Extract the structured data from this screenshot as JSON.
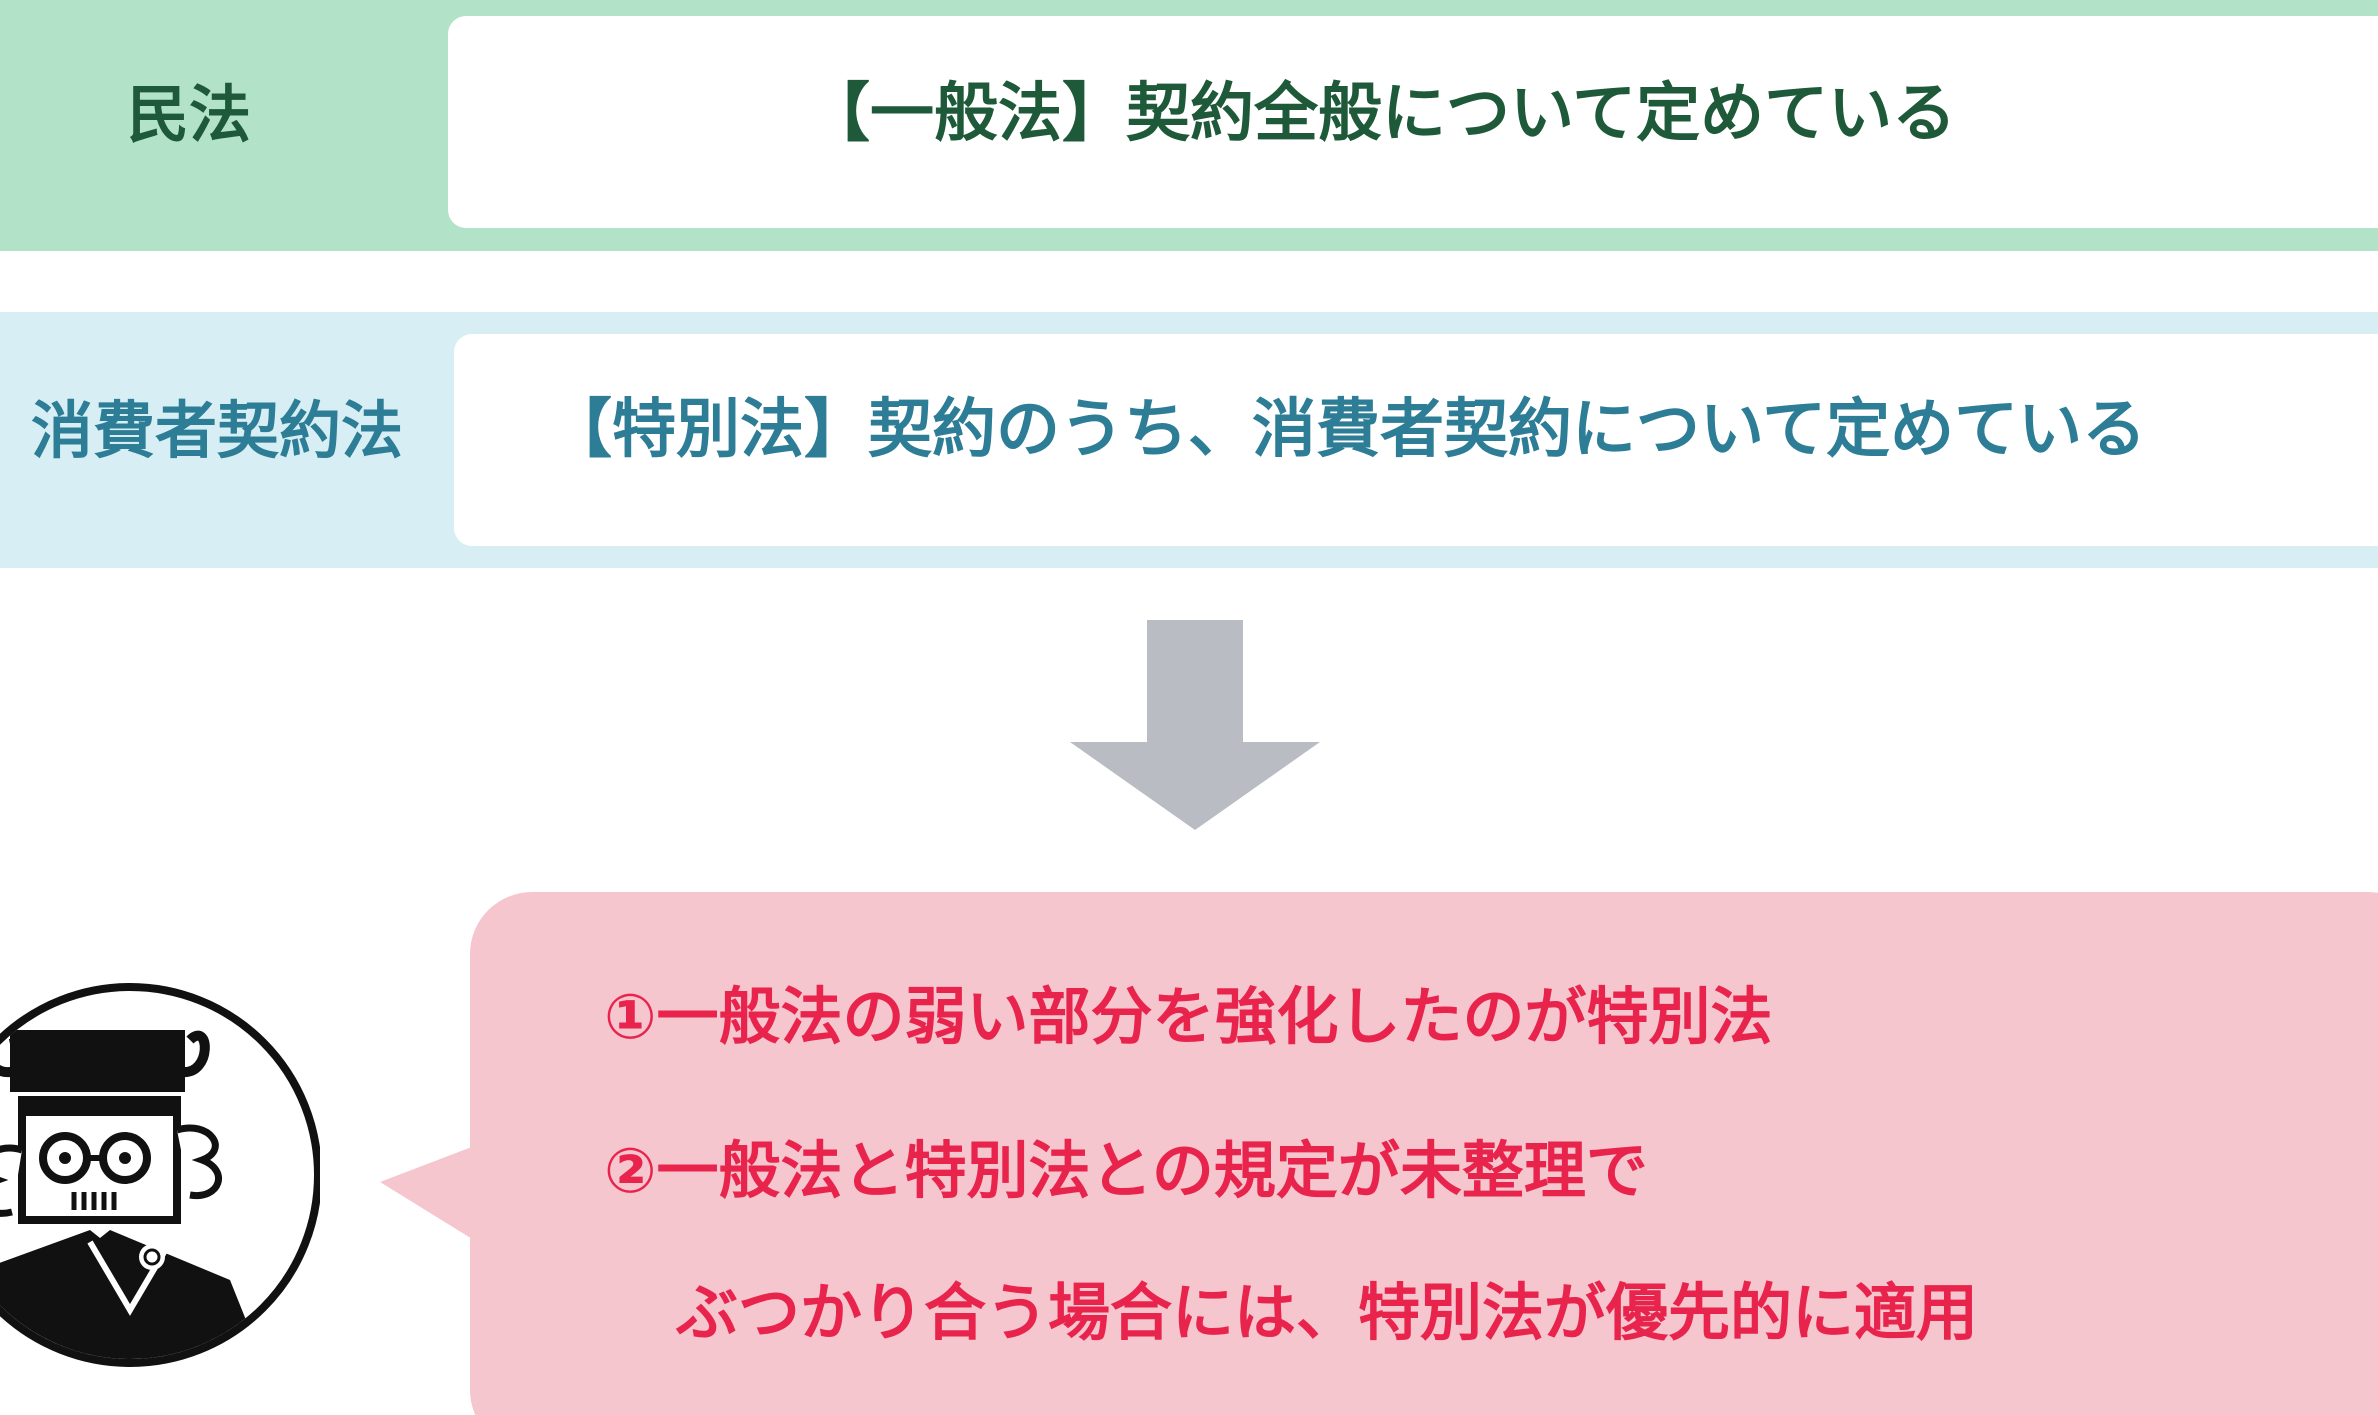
{
  "rows": {
    "civil": {
      "label": "民法",
      "description": "【一般法】契約全般について定めている"
    },
    "consumer": {
      "label": "消費者契約法",
      "description": "【特別法】契約のうち、消費者契約について定めている"
    }
  },
  "conclusion": {
    "point1": "①一般法の弱い部分を強化したのが特別法",
    "point2_line1": "②一般法と特別法との規定が未整理で",
    "point2_line2": "ぶつかり合う場合には、特別法が優先的に適用"
  },
  "colors": {
    "civil_band": "#b2e2c8",
    "civil_text": "#1e5a39",
    "consumer_band": "#d6eef4",
    "consumer_text": "#2c7d95",
    "arrow": "#b9bcc3",
    "bubble": "#f6c6cf",
    "bubble_text": "#e8244d"
  },
  "icons": {
    "arrow": "down-arrow-icon",
    "character": "mascot-icon"
  }
}
